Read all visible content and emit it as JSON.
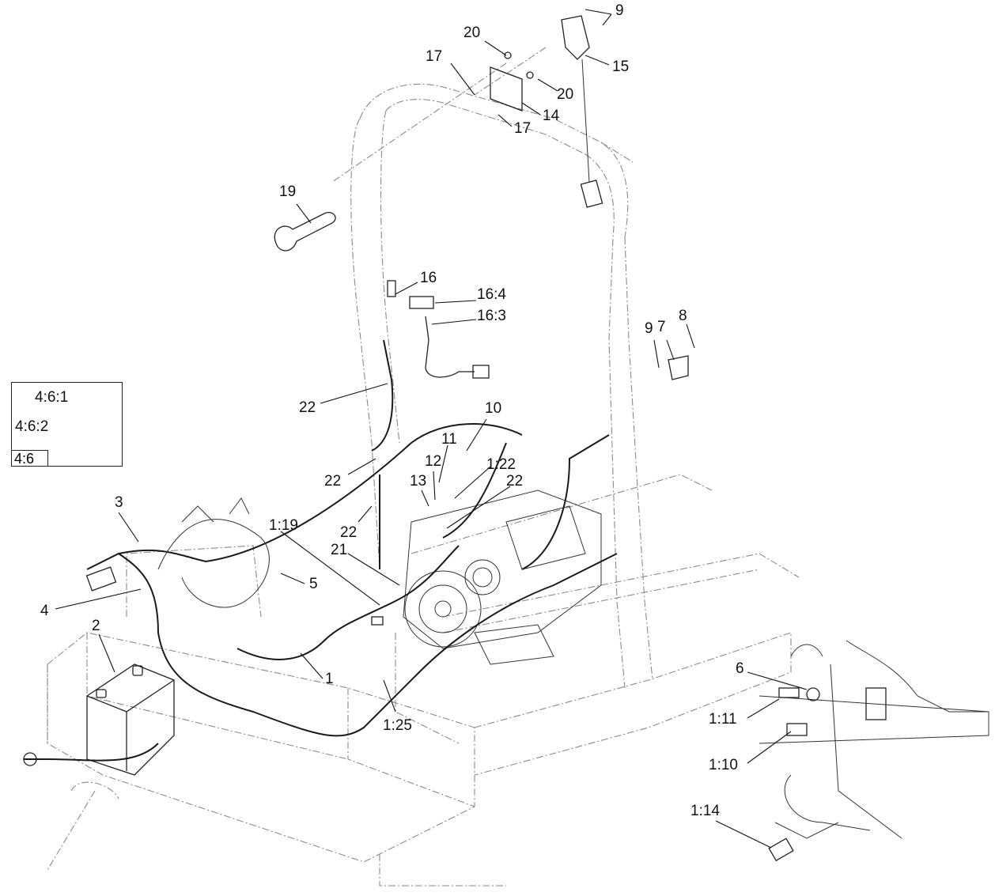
{
  "diagram": {
    "callouts": {
      "c9_top": "9",
      "c20_top": "20",
      "c17_top": "17",
      "c15": "15",
      "c20_mid": "20",
      "c14": "14",
      "c17_mid": "17",
      "c19": "19",
      "c16": "16",
      "c16_4": "16:4",
      "c16_3": "16:3",
      "c9_right": "9",
      "c7": "7",
      "c8": "8",
      "c22_a": "22",
      "c10": "10",
      "c11": "11",
      "c12": "12",
      "c1_22": "1:22",
      "c13": "13",
      "c22_b": "22",
      "c22_c": "22",
      "c22_d": "22",
      "c3": "3",
      "c1_19": "1:19",
      "c21": "21",
      "c5": "5",
      "c4": "4",
      "c2": "2",
      "c1": "1",
      "c1_25": "1:25",
      "c6": "6",
      "c1_11": "1:11",
      "c1_10": "1:10",
      "c1_14": "1:14"
    },
    "inset": {
      "label_top": "4:6:1",
      "label_left": "4:6:2",
      "tab": "4:6"
    }
  }
}
